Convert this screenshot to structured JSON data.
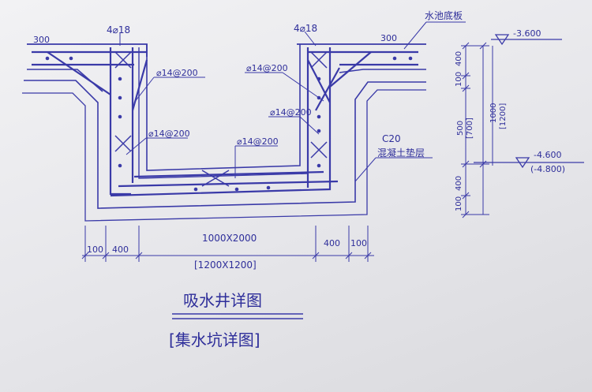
{
  "labels": {
    "top_left_rebar": "4⌀18",
    "top_right_rebar": "4⌀18",
    "slab_left_width": "300",
    "slab_right_width": "300",
    "pool_floor": "水池底板",
    "rebar_left_upper": "⌀14@200",
    "rebar_right_upper": "⌀14@200",
    "rebar_right_mid": "⌀14@200",
    "rebar_left_lower": "⌀14@200",
    "rebar_bottom": "⌀14@200",
    "concrete_grade": "C20",
    "cushion_layer": "混凝土垫层",
    "elev_top": "-3.600",
    "elev_bottom": "-4.600",
    "elev_bottom_alt": "(-4.800)"
  },
  "dimensions": {
    "bottom_left_100": "100",
    "bottom_left_400": "400",
    "bottom_center": "1000X2000",
    "bottom_center_alt": "[1200X1200]",
    "bottom_right_400": "400",
    "bottom_right_100": "100",
    "side_400_top": "400",
    "side_100_top": "100",
    "side_500": "500",
    "side_700": "[700]",
    "side_1000": "1000",
    "side_1200": "[1200]",
    "side_400_bottom": "400",
    "side_100_bottom": "100"
  },
  "titles": {
    "main": "吸水井详图",
    "sub": "[集水坑详图]"
  }
}
